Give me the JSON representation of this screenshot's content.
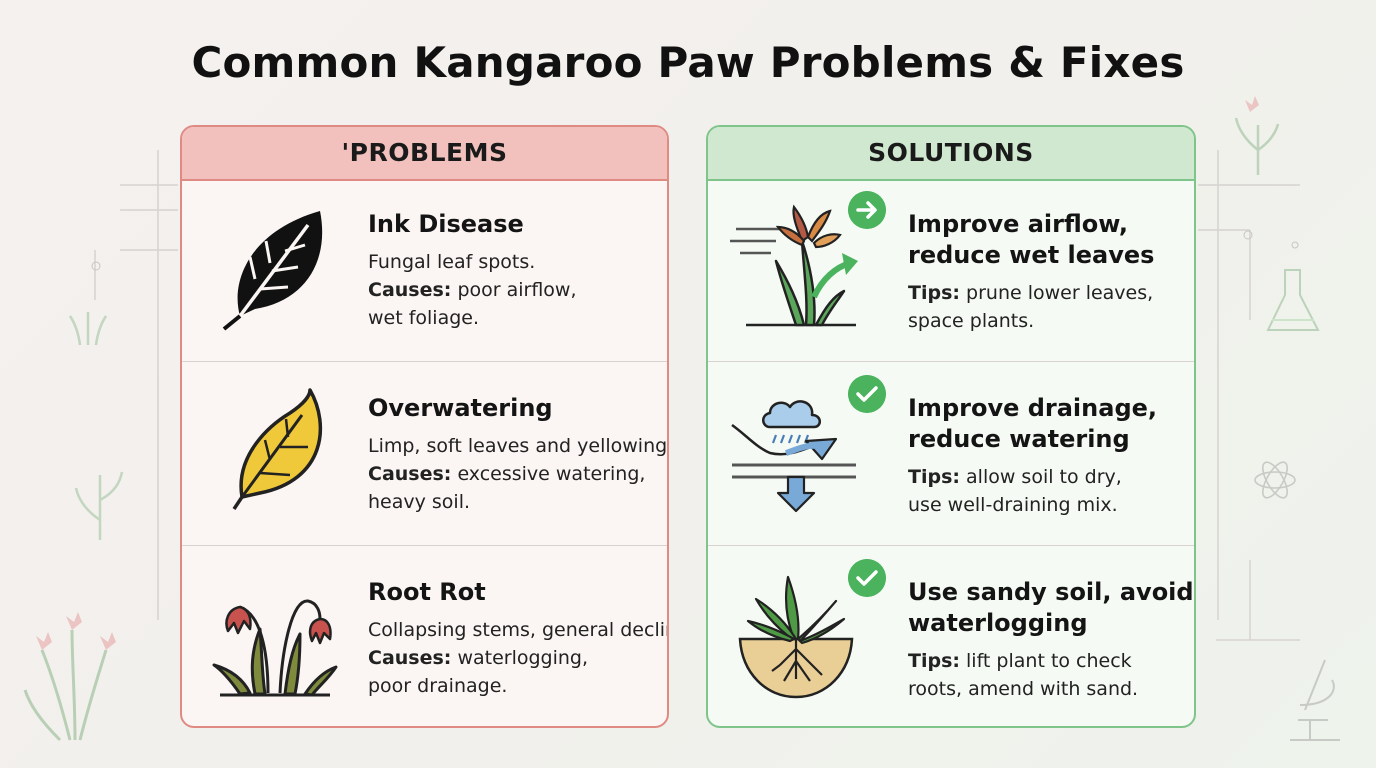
{
  "title": "Common Kangaroo Paw Problems & Fixes",
  "colors": {
    "problems_accent": "#e08a84",
    "solutions_accent": "#4bb35e",
    "leaf_yellow": "#f0c93a"
  },
  "problems": {
    "header": "'PROBLEMS",
    "items": [
      {
        "icon": "black-leaf-icon",
        "name": "Ink Disease",
        "symptom": "Fungal leaf spots.",
        "causes_label": "Causes:",
        "causes": " poor airflow,",
        "causes_cont": "wet foliage."
      },
      {
        "icon": "yellow-leaf-icon",
        "name": "Overwatering",
        "symptom": "Limp, soft leaves and yellowing.",
        "causes_label": "Causes:",
        "causes": " excessive watering,",
        "causes_cont": "heavy soil."
      },
      {
        "icon": "drooping-plant-icon",
        "name": "Root Rot",
        "symptom": "Collapsing stems, general decline.",
        "causes_label": "Causes:",
        "causes": " waterlogging,",
        "causes_cont": "poor drainage."
      }
    ]
  },
  "solutions": {
    "header": "SOLUTIONS",
    "items": [
      {
        "icon": "airflow-plant-icon",
        "badge": "arrow-badge-icon",
        "line1": "Improve airflow,",
        "line2": "reduce wet leaves",
        "tips_label": "Tips:",
        "tips": " prune lower leaves,",
        "tips_cont": "space plants."
      },
      {
        "icon": "drainage-icon",
        "badge": "check-badge-icon",
        "line1": "Improve drainage,",
        "line2": "reduce watering",
        "tips_label": "Tips:",
        "tips": " allow soil to dry,",
        "tips_cont": "use well-draining mix."
      },
      {
        "icon": "sandy-soil-plant-icon",
        "badge": "check-badge-icon",
        "line1": "Use sandy soil, avoid",
        "line2": "waterlogging",
        "tips_label": "Tips:",
        "tips": " lift plant to check",
        "tips_cont": "roots, amend with sand."
      }
    ]
  }
}
